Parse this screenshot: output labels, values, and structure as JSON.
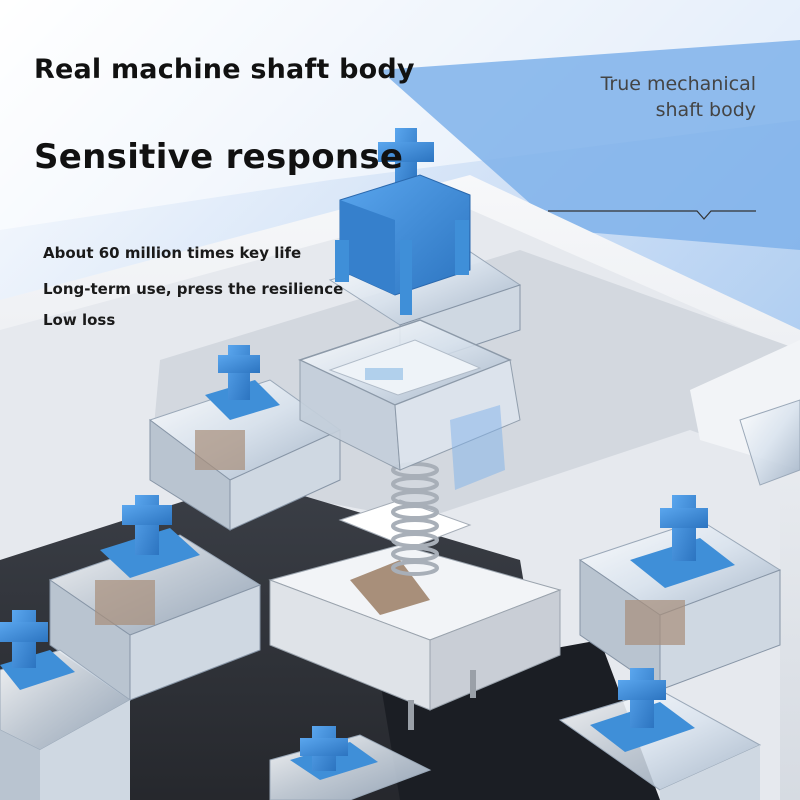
{
  "headline": "Real machine shaft body",
  "subheadline": "Sensitive response",
  "features": [
    "About 60 million times key life",
    "Long-term use, press the resilience",
    "Low loss"
  ],
  "side_caption": {
    "line1": "True mechanical",
    "line2": "shaft body"
  },
  "colors": {
    "sky_blue": "#7fb2ea",
    "stem_blue": "#3f8fd8",
    "plate_white": "#eef1f5",
    "housing_clear": "#e8eef5",
    "contact_bronze": "#a88f7a"
  }
}
